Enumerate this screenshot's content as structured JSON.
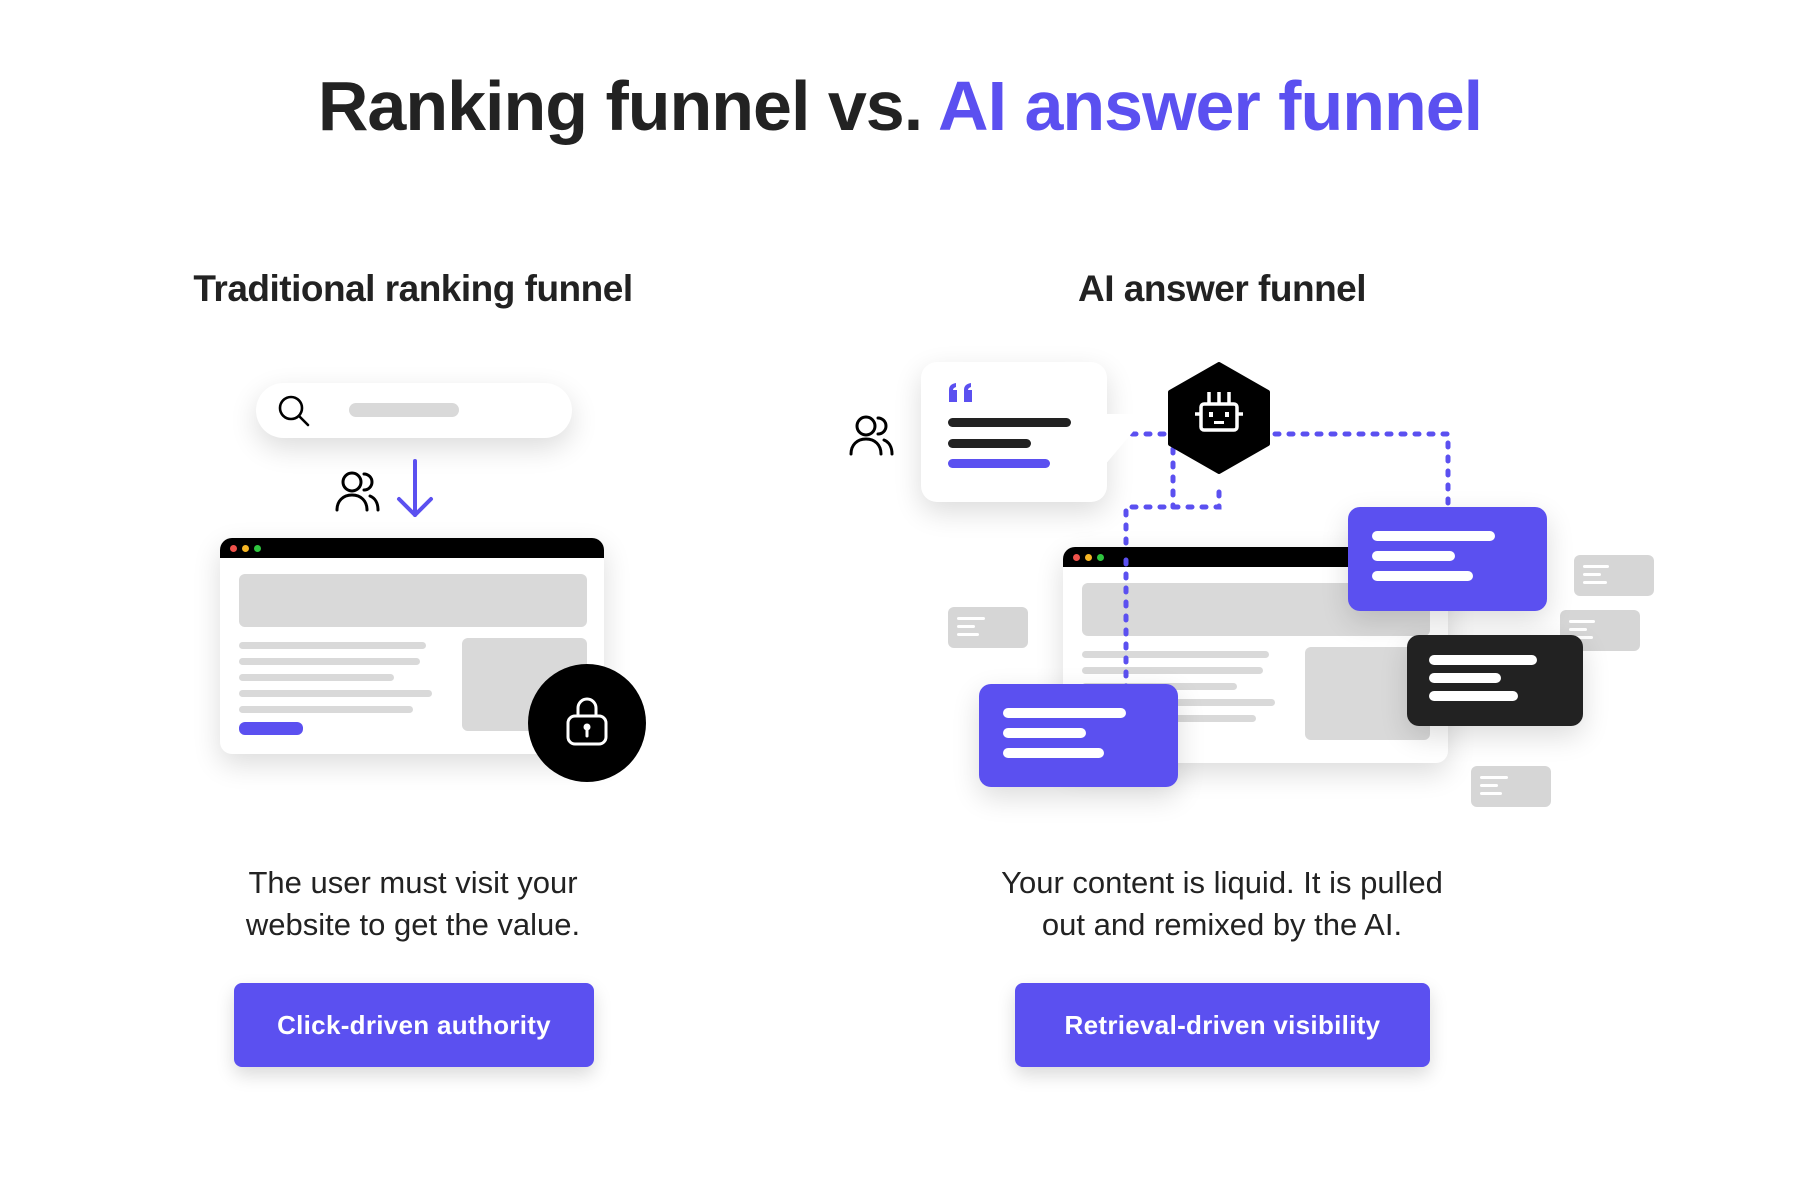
{
  "title": {
    "part1": "Ranking funnel vs. ",
    "part2": "AI answer funnel"
  },
  "left": {
    "heading": "Traditional ranking funnel",
    "description_line1": "The user must visit your",
    "description_line2": "website to get the value.",
    "button": "Click-driven authority"
  },
  "right": {
    "heading": "AI answer funnel",
    "description_line1": "Your content is liquid. It is pulled",
    "description_line2": "out and remixed by the AI.",
    "button": "Retrieval-driven visibility"
  },
  "colors": {
    "accent": "#5b50f0",
    "dark": "#222222",
    "gray": "#d9d9d9"
  }
}
